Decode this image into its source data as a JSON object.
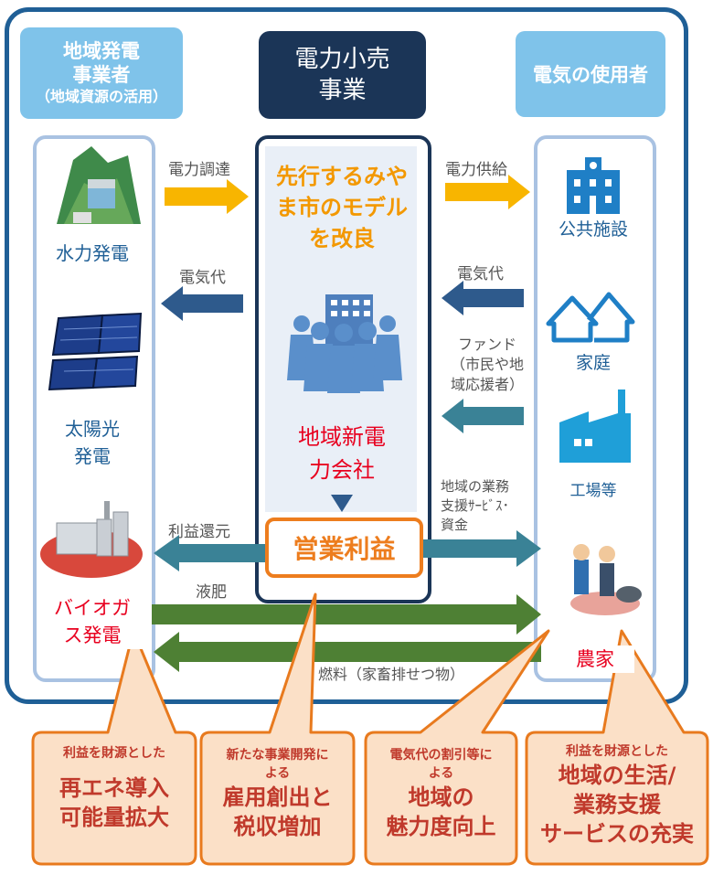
{
  "headers": {
    "left_line1": "地域発電",
    "left_line2": "事業者",
    "left_line3": "（地域資源の活用）",
    "center_line1": "電力小売",
    "center_line2": "事業",
    "right": "電気の使用者"
  },
  "left_column": {
    "hydro": "水力発電",
    "solar_line1": "太陽光",
    "solar_line2": "発電",
    "biogas_line1": "バイオガ",
    "biogas_line2": "ス発電"
  },
  "center_column": {
    "model_line1": "先行するみや",
    "model_line2": "ま市のモデル",
    "model_line3": "を改良",
    "company_line1": "地域新電",
    "company_line2": "力会社",
    "profit": "営業利益"
  },
  "right_column": {
    "public": "公共施設",
    "home": "家庭",
    "factory": "工場等",
    "farmer": "農家"
  },
  "flows": {
    "procurement": "電力調達",
    "bill_left": "電気代",
    "supply": "電力供給",
    "bill_right": "電気代",
    "fund_line1": "ファンド",
    "fund_line2": "（市民や地",
    "fund_line3": "域応援者）",
    "return": "利益還元",
    "support_line1": "地域の業務",
    "support_line2": "支援ｻｰﾋﾞｽ･",
    "support_line3": "資金",
    "fertilizer": "液肥",
    "fuel": "燃料（家畜排せつ物）"
  },
  "callouts": [
    {
      "small": "利益を財源とした",
      "big_line1": "再エネ導入",
      "big_line2": "可能量拡大"
    },
    {
      "small_line1": "新たな事業開発に",
      "small_line2": "よる",
      "big_line1": "雇用創出と",
      "big_line2": "税収増加"
    },
    {
      "small_line1": "電気代の割引等に",
      "small_line2": "よる",
      "big_line1": "地域の",
      "big_line2": "魅力度向上"
    },
    {
      "small": "利益を財源とした",
      "big_line1": "地域の生活/",
      "big_line2": "業務支援",
      "big_line3": "サービスの充実"
    }
  ],
  "colors": {
    "frame": "#1f5f96",
    "header_side": "#7fc3ea",
    "header_center": "#1b3557",
    "panel_border": "#a9c2e2",
    "yellow_arrow": "#f8b500",
    "dark_blue_arrow": "#2e5a8c",
    "teal_arrow": "#3a8296",
    "green_arrow": "#4e8034",
    "callout_fill": "#fbe0c7",
    "callout_border": "#e87a1e",
    "callout_text": "#c0392b"
  }
}
